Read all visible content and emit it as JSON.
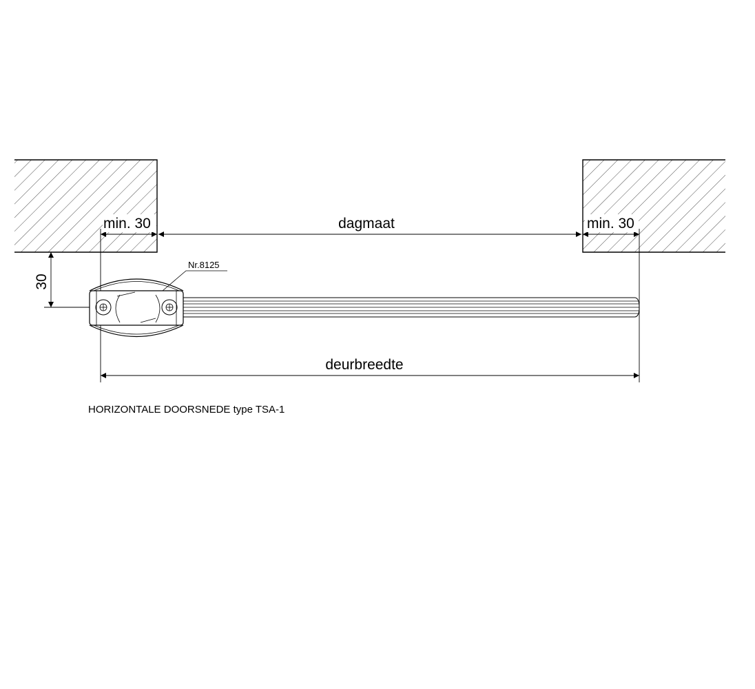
{
  "dimensions": {
    "left_clearance": "min. 30",
    "right_clearance": "min. 30",
    "opening": "dagmaat",
    "door_width": "deurbreedte",
    "offset": "30"
  },
  "part_label": "Nr.8125",
  "caption": "HORIZONTALE DOORSNEDE type TSA-1"
}
